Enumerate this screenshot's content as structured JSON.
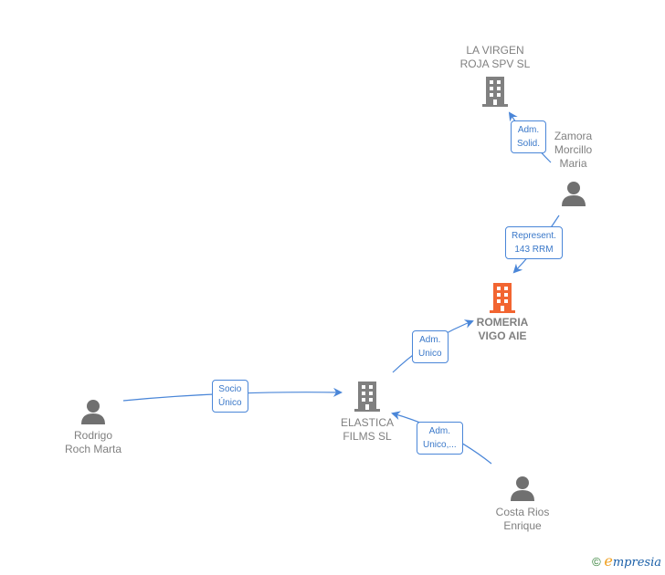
{
  "nodes": {
    "la_virgen": {
      "type": "company",
      "label_lines": [
        "LA VIRGEN",
        "ROJA SPV  SL"
      ],
      "color": "#808080"
    },
    "zamora": {
      "type": "person",
      "label_lines": [
        "Zamora",
        "Morcillo",
        "Maria"
      ],
      "color": "#707070"
    },
    "romeria": {
      "type": "company",
      "main": true,
      "label_lines": [
        "ROMERIA",
        "VIGO  AIE"
      ],
      "color": "#f26531"
    },
    "elastica": {
      "type": "company",
      "label_lines": [
        "ELASTICA",
        "FILMS  SL"
      ],
      "color": "#808080"
    },
    "rodrigo": {
      "type": "person",
      "label_lines": [
        "Rodrigo",
        "Roch Marta"
      ],
      "color": "#707070"
    },
    "costa": {
      "type": "person",
      "label_lines": [
        "Costa Rios",
        "Enrique"
      ],
      "color": "#707070"
    }
  },
  "edges": [
    {
      "from": "zamora",
      "to": "la_virgen",
      "label_lines": [
        "Adm.",
        "Solid."
      ]
    },
    {
      "from": "zamora",
      "to": "romeria",
      "label_lines": [
        "Represent.",
        "143 RRM"
      ]
    },
    {
      "from": "elastica",
      "to": "romeria",
      "label_lines": [
        "Adm.",
        "Unico"
      ]
    },
    {
      "from": "rodrigo",
      "to": "elastica",
      "label_lines": [
        "Socio",
        "Único"
      ]
    },
    {
      "from": "costa",
      "to": "elastica",
      "label_lines": [
        "Adm.",
        "Unico,..."
      ]
    }
  ],
  "edge_color": "#4a86d8",
  "footer": {
    "copyright_symbol": "©",
    "brand_initial": "e",
    "brand_rest": "mpresia"
  }
}
